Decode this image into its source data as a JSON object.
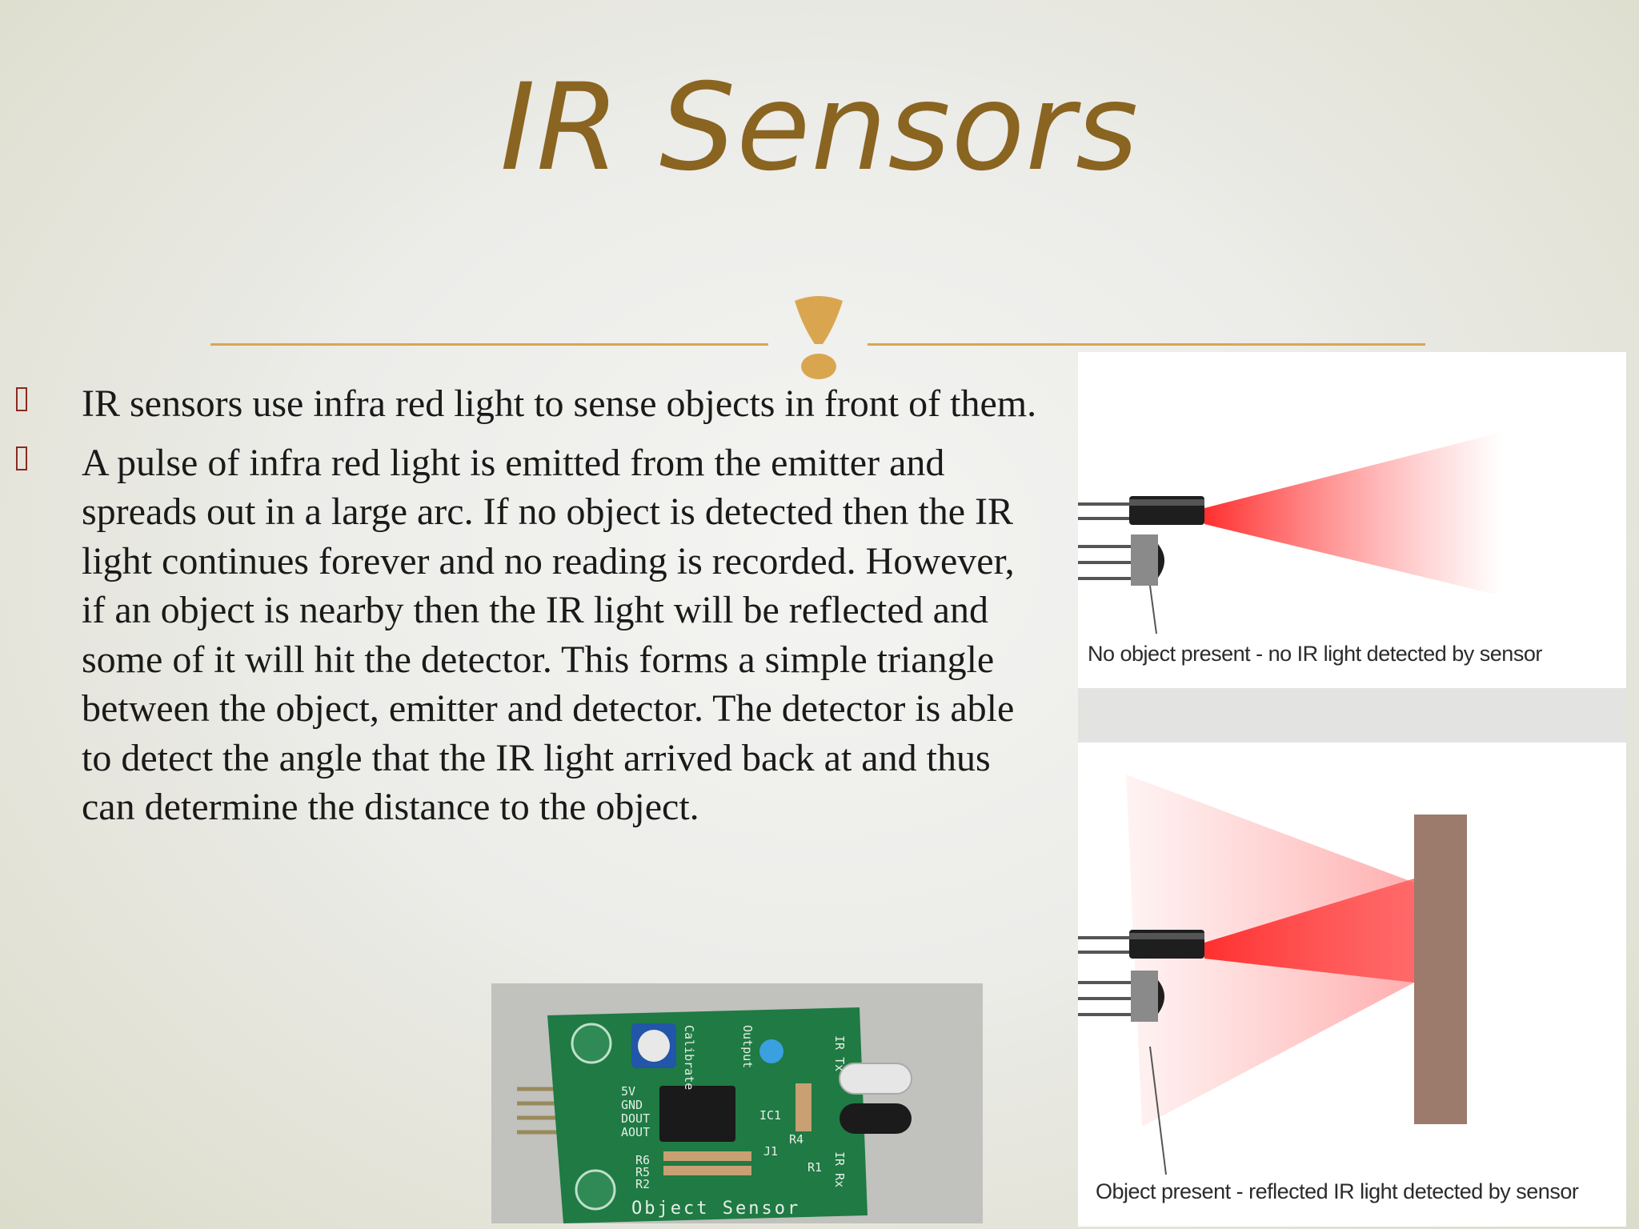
{
  "slide": {
    "title": "IR Sensors",
    "bullets": [
      "IR sensors use infra red light to sense objects in front of them.",
      "A pulse of infra red light is emitted from the emitter and spreads out in a large arc. If no object is detected then the IR light continues forever and no reading is recorded. However, if an object is nearby then the IR light will be reflected and some of it will hit the detector. This forms a simple triangle between the object, emitter and detector. The detector is able to detect the angle that the IR light arrived back at and thus can determine the distance to the object."
    ],
    "diagram_no_object": {
      "caption": "No object present - no IR light detected by sensor"
    },
    "diagram_object": {
      "caption": "Object present - reflected IR light detected by sensor"
    },
    "photo": {
      "board_label": "Object Sensor",
      "pin_labels": [
        "5V",
        "GND",
        "DOUT",
        "AOUT"
      ],
      "component_labels": [
        "Calibrate",
        "Output",
        "IC1",
        "R4",
        "R1",
        "R6",
        "R5",
        "R2",
        "J1",
        "IR Tx",
        "IR Rx"
      ]
    },
    "colors": {
      "title": "#8a6421",
      "accent": "#d9a64f",
      "bullet": "#8a2a20",
      "beam": "#ff3b3b",
      "object": "#9c7b6c",
      "pcb": "#1f7a44"
    }
  }
}
